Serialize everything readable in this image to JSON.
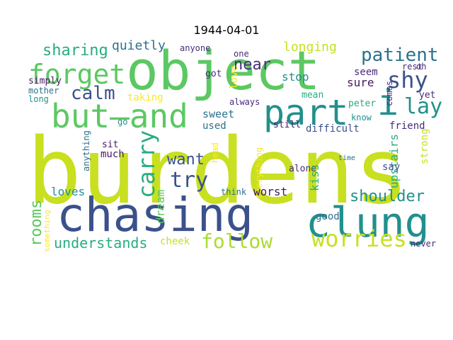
{
  "title": "1944-04-01",
  "palette": {
    "dark_purple": "#46185f",
    "purple": "#472c7a",
    "indigo": "#3b518b",
    "blue": "#2c718e",
    "teal": "#21908d",
    "green_teal": "#27ad81",
    "green": "#5cc863",
    "lime": "#aadc32",
    "yellow_green": "#c8e020",
    "yellow": "#fde725"
  },
  "words": [
    {
      "text": "burdens",
      "color": "yellow_green",
      "vertical": false
    },
    {
      "text": "object",
      "color": "green",
      "vertical": false
    },
    {
      "text": "chasing",
      "color": "indigo",
      "vertical": false
    },
    {
      "text": "but—and",
      "color": "green",
      "vertical": false
    },
    {
      "text": "part",
      "color": "teal",
      "vertical": false
    },
    {
      "text": "i",
      "color": "teal",
      "vertical": false
    },
    {
      "text": "clung",
      "color": "teal",
      "vertical": false
    },
    {
      "text": "forget",
      "color": "green",
      "vertical": false
    },
    {
      "text": "patient",
      "color": "blue",
      "vertical": false
    },
    {
      "text": "shy",
      "color": "indigo",
      "vertical": false
    },
    {
      "text": "lay",
      "color": "teal",
      "vertical": false
    },
    {
      "text": "calm",
      "color": "indigo",
      "vertical": false
    },
    {
      "text": "carry",
      "color": "green_teal",
      "vertical": true
    },
    {
      "text": "try",
      "color": "indigo",
      "vertical": false
    },
    {
      "text": "want",
      "color": "indigo",
      "vertical": false
    },
    {
      "text": "shoulder",
      "color": "teal",
      "vertical": false
    },
    {
      "text": "worries",
      "color": "yellow_green",
      "vertical": false
    },
    {
      "text": "follow",
      "color": "lime",
      "vertical": false
    },
    {
      "text": "understands",
      "color": "green_teal",
      "vertical": false
    },
    {
      "text": "rooms",
      "color": "green",
      "vertical": true
    },
    {
      "text": "sharing",
      "color": "green_teal",
      "vertical": false
    },
    {
      "text": "quietly",
      "color": "blue",
      "vertical": false
    },
    {
      "text": "near",
      "color": "purple",
      "vertical": false
    },
    {
      "text": "longing",
      "color": "yellow_green",
      "vertical": false
    },
    {
      "text": "anyone",
      "color": "purple",
      "vertical": false
    },
    {
      "text": "one",
      "color": "purple",
      "vertical": false
    },
    {
      "text": "got",
      "color": "purple",
      "vertical": false
    },
    {
      "text": "love",
      "color": "yellow",
      "vertical": true
    },
    {
      "text": "stop",
      "color": "teal",
      "vertical": false
    },
    {
      "text": "seem",
      "color": "purple",
      "vertical": false
    },
    {
      "text": "sure",
      "color": "dark_purple",
      "vertical": false
    },
    {
      "text": "rest",
      "color": "purple",
      "vertical": false
    },
    {
      "text": "oh",
      "color": "purple",
      "vertical": false
    },
    {
      "text": "simply",
      "color": "dark_purple",
      "vertical": false
    },
    {
      "text": "mother",
      "color": "blue",
      "vertical": false
    },
    {
      "text": "long",
      "color": "teal",
      "vertical": false
    },
    {
      "text": "taking",
      "color": "yellow",
      "vertical": false
    },
    {
      "text": "always",
      "color": "purple",
      "vertical": false
    },
    {
      "text": "mean",
      "color": "green_teal",
      "vertical": false
    },
    {
      "text": "peter",
      "color": "green_teal",
      "vertical": false
    },
    {
      "text": "comes",
      "color": "purple",
      "vertical": true
    },
    {
      "text": "yet",
      "color": "purple",
      "vertical": false
    },
    {
      "text": "know",
      "color": "teal",
      "vertical": false
    },
    {
      "text": "sweet",
      "color": "blue",
      "vertical": false
    },
    {
      "text": "used",
      "color": "blue",
      "vertical": false
    },
    {
      "text": "still",
      "color": "dark_purple",
      "vertical": false
    },
    {
      "text": "difficult",
      "color": "indigo",
      "vertical": false
    },
    {
      "text": "friend",
      "color": "purple",
      "vertical": false
    },
    {
      "text": "strong",
      "color": "yellow_green",
      "vertical": true
    },
    {
      "text": "go",
      "color": "teal",
      "vertical": false
    },
    {
      "text": "sit",
      "color": "dark_purple",
      "vertical": false
    },
    {
      "text": "much",
      "color": "dark_purple",
      "vertical": false
    },
    {
      "text": "anything",
      "color": "blue",
      "vertical": true
    },
    {
      "text": "head",
      "color": "yellow",
      "vertical": true
    },
    {
      "text": "everything",
      "color": "yellow",
      "vertical": true
    },
    {
      "text": "upstairs",
      "color": "green_teal",
      "vertical": true
    },
    {
      "text": "time",
      "color": "blue",
      "vertical": false
    },
    {
      "text": "alone",
      "color": "purple",
      "vertical": false
    },
    {
      "text": "kiss",
      "color": "green_teal",
      "vertical": true
    },
    {
      "text": "say",
      "color": "indigo",
      "vertical": false
    },
    {
      "text": "loves",
      "color": "teal",
      "vertical": false
    },
    {
      "text": "dream",
      "color": "green",
      "vertical": true
    },
    {
      "text": "think",
      "color": "blue",
      "vertical": false
    },
    {
      "text": "worst",
      "color": "dark_purple",
      "vertical": false
    },
    {
      "text": "good",
      "color": "blue",
      "vertical": false
    },
    {
      "text": "something",
      "color": "yellow",
      "vertical": true
    },
    {
      "text": "cheek",
      "color": "yellow_green",
      "vertical": false
    },
    {
      "text": "never",
      "color": "purple",
      "vertical": false
    }
  ]
}
